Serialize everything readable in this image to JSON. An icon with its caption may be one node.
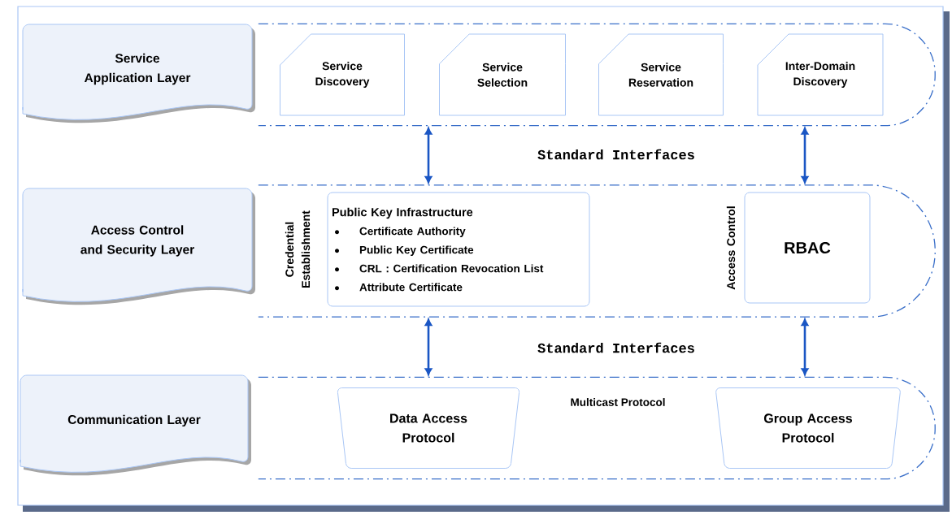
{
  "diagram": {
    "nodes": [
      {
        "text": [],
        "shape": "band"
      },
      {
        "text": [
          "Service Application Layer"
        ]
      },
      {
        "text": [
          "Service Discovery"
        ],
        "in": 0
      },
      {
        "text": [
          "Service Selection"
        ],
        "in": 0
      },
      {
        "text": [
          "Service Reservation"
        ],
        "in": 0
      },
      {
        "text": [
          "Inter-Domain Discovery"
        ],
        "in": 0
      },
      {
        "text": [],
        "shape": "band"
      },
      {
        "text": [
          "Access Control and Security Layer"
        ]
      },
      {
        "text": [
          "Public Key Infrastructure",
          "Certificate Authority",
          "Public Key Certificate",
          "CRL : Certification Revocation List",
          "Attribute Certificate"
        ],
        "beside": [
          "Credential Establishment"
        ],
        "in": 6
      },
      {
        "text": [
          "RBAC"
        ],
        "beside": [
          "Access Control"
        ],
        "in": 6
      },
      {
        "text": [],
        "shape": "band"
      },
      {
        "text": [
          "Communication Layer"
        ]
      },
      {
        "text": [
          "Data Access Protocol"
        ],
        "in": 10
      },
      {
        "text": [
          "Group Access Protocol"
        ],
        "in": 10
      }
    ],
    "edges": [
      {
        "from": 0,
        "to": 6,
        "arrow": "both"
      },
      {
        "from": 0,
        "to": 6,
        "arrow": "both"
      },
      {
        "from": 6,
        "to": 10,
        "arrow": "both"
      },
      {
        "from": 6,
        "to": 10,
        "arrow": "both"
      }
    ],
    "labels": [
      "Standard Interfaces",
      "Standard Interfaces",
      "Multicast Protocol"
    ]
  }
}
